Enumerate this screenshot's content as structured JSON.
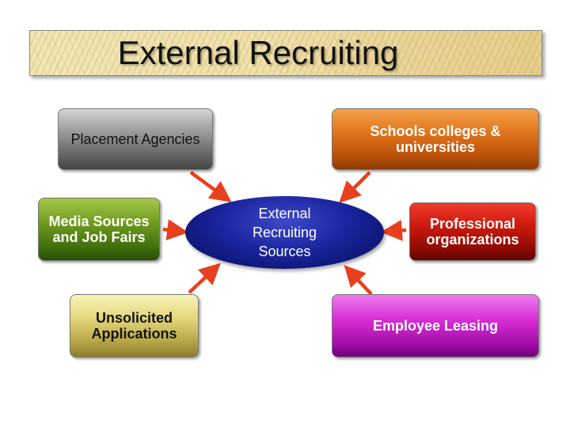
{
  "title": "External Recruiting",
  "center": {
    "label": "External\nRecruiting\nSources"
  },
  "sources": {
    "placement": "Placement Agencies",
    "schools": "Schools colleges &\nuniversities",
    "media": "Media Sources\nand Job Fairs",
    "professional": "Professional\norganizations",
    "unsolicited": "Unsolicited\nApplications",
    "leasing": "Employee Leasing"
  },
  "colors": {
    "arrow": "#e8401e",
    "center": "#1b259f",
    "placement": "#6e6e6e",
    "schools": "#e0741c",
    "media": "#6f9a1e",
    "professional": "#cc1a0e",
    "unsolicited": "#e6d980",
    "leasing": "#d82ed6"
  }
}
